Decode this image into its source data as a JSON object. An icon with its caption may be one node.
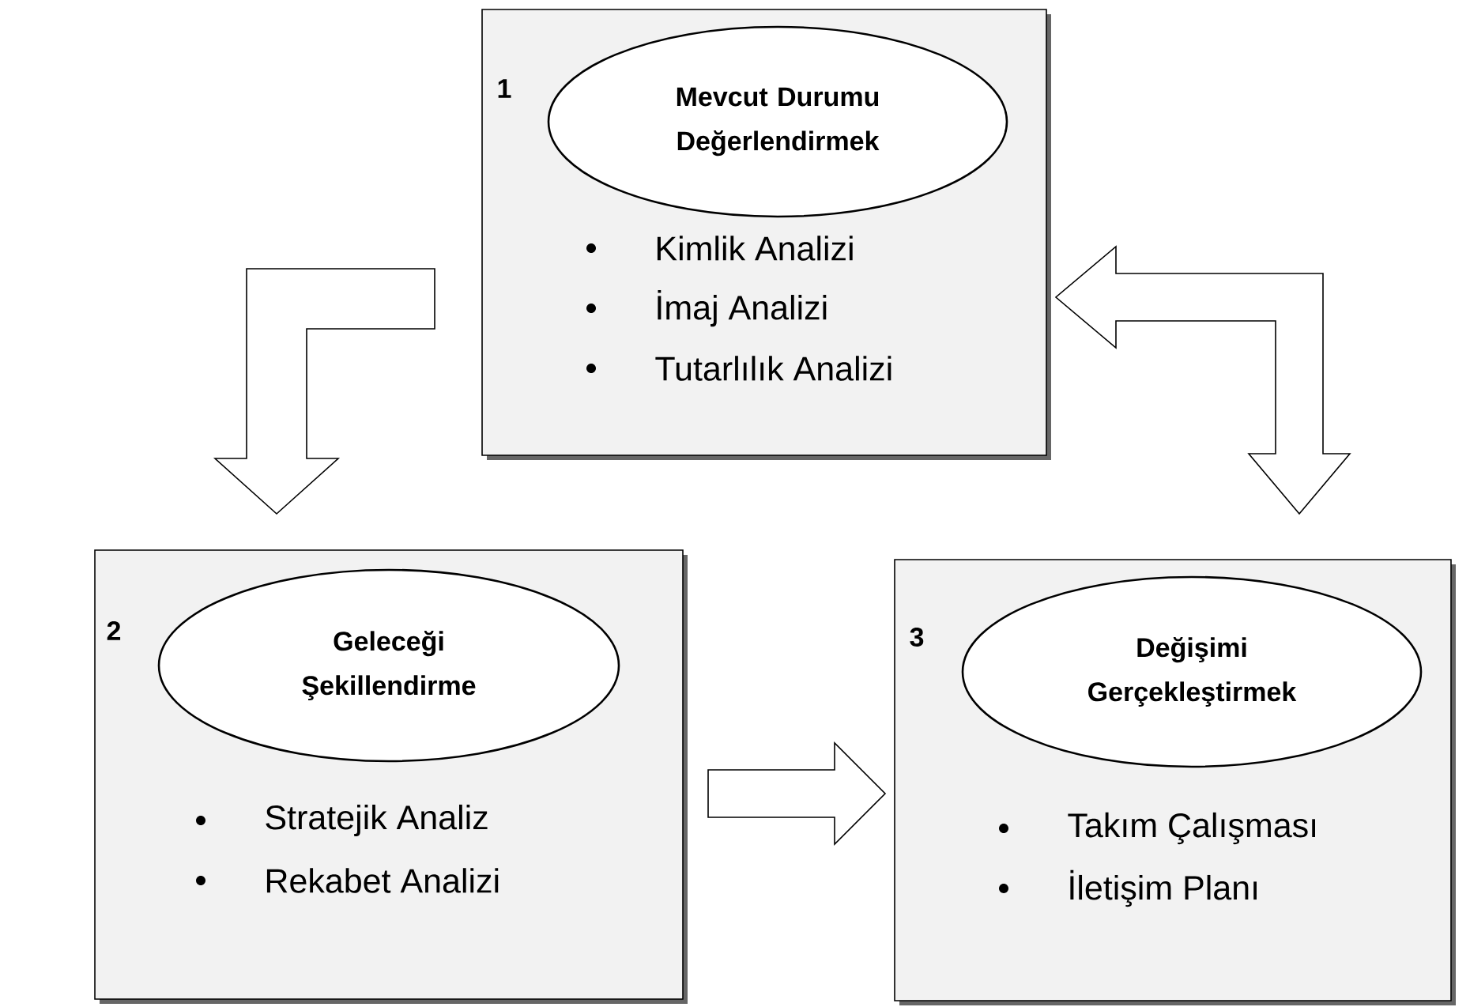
{
  "diagram": {
    "nodes": [
      {
        "text": [
          "1",
          "Kimlik Analizi",
          "İmaj Analizi",
          "Tutarlılık Analizi"
        ]
      },
      {
        "text": [
          "Mevcut Durumu Değerlendirmek"
        ],
        "in": 0
      },
      {
        "text": [
          "2",
          "Stratejik Analiz",
          "Rekabet Analizi"
        ]
      },
      {
        "text": [
          "Geleceği Şekillendirme"
        ],
        "in": 2
      },
      {
        "text": [
          "3",
          "Takım Çalışması",
          "İletişim Planı"
        ]
      },
      {
        "text": [
          "Değişimi Gerçekleştirmek"
        ],
        "in": 4
      }
    ],
    "edges": [
      {
        "from": 0,
        "to": 2,
        "arrow": "to"
      },
      {
        "from": 2,
        "to": 4,
        "arrow": "to"
      },
      {
        "from": 4,
        "to": 0,
        "arrow": "both"
      }
    ]
  }
}
